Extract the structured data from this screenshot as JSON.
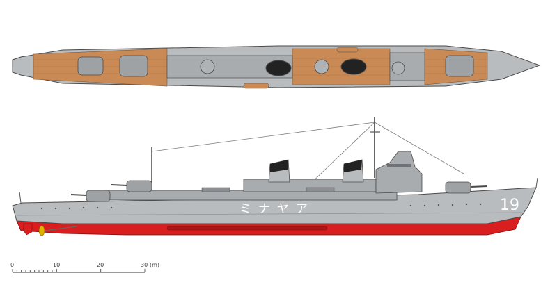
{
  "ship": {
    "hull_number": "19",
    "hull_name": "ミナヤア"
  },
  "scale_bar": {
    "unit": "(m)",
    "ticks": [
      "0",
      "10",
      "20",
      "30"
    ]
  },
  "colors": {
    "deck_wood": "#c98a55",
    "hull_gray": "#b9bcbf",
    "superstructure_gray": "#a9acaf",
    "dark_gray": "#6f7377",
    "outline": "#4a4a4a",
    "antifouling_red": "#d81e1e",
    "funnel_black": "#222222",
    "propeller_gold": "#e0b000"
  }
}
